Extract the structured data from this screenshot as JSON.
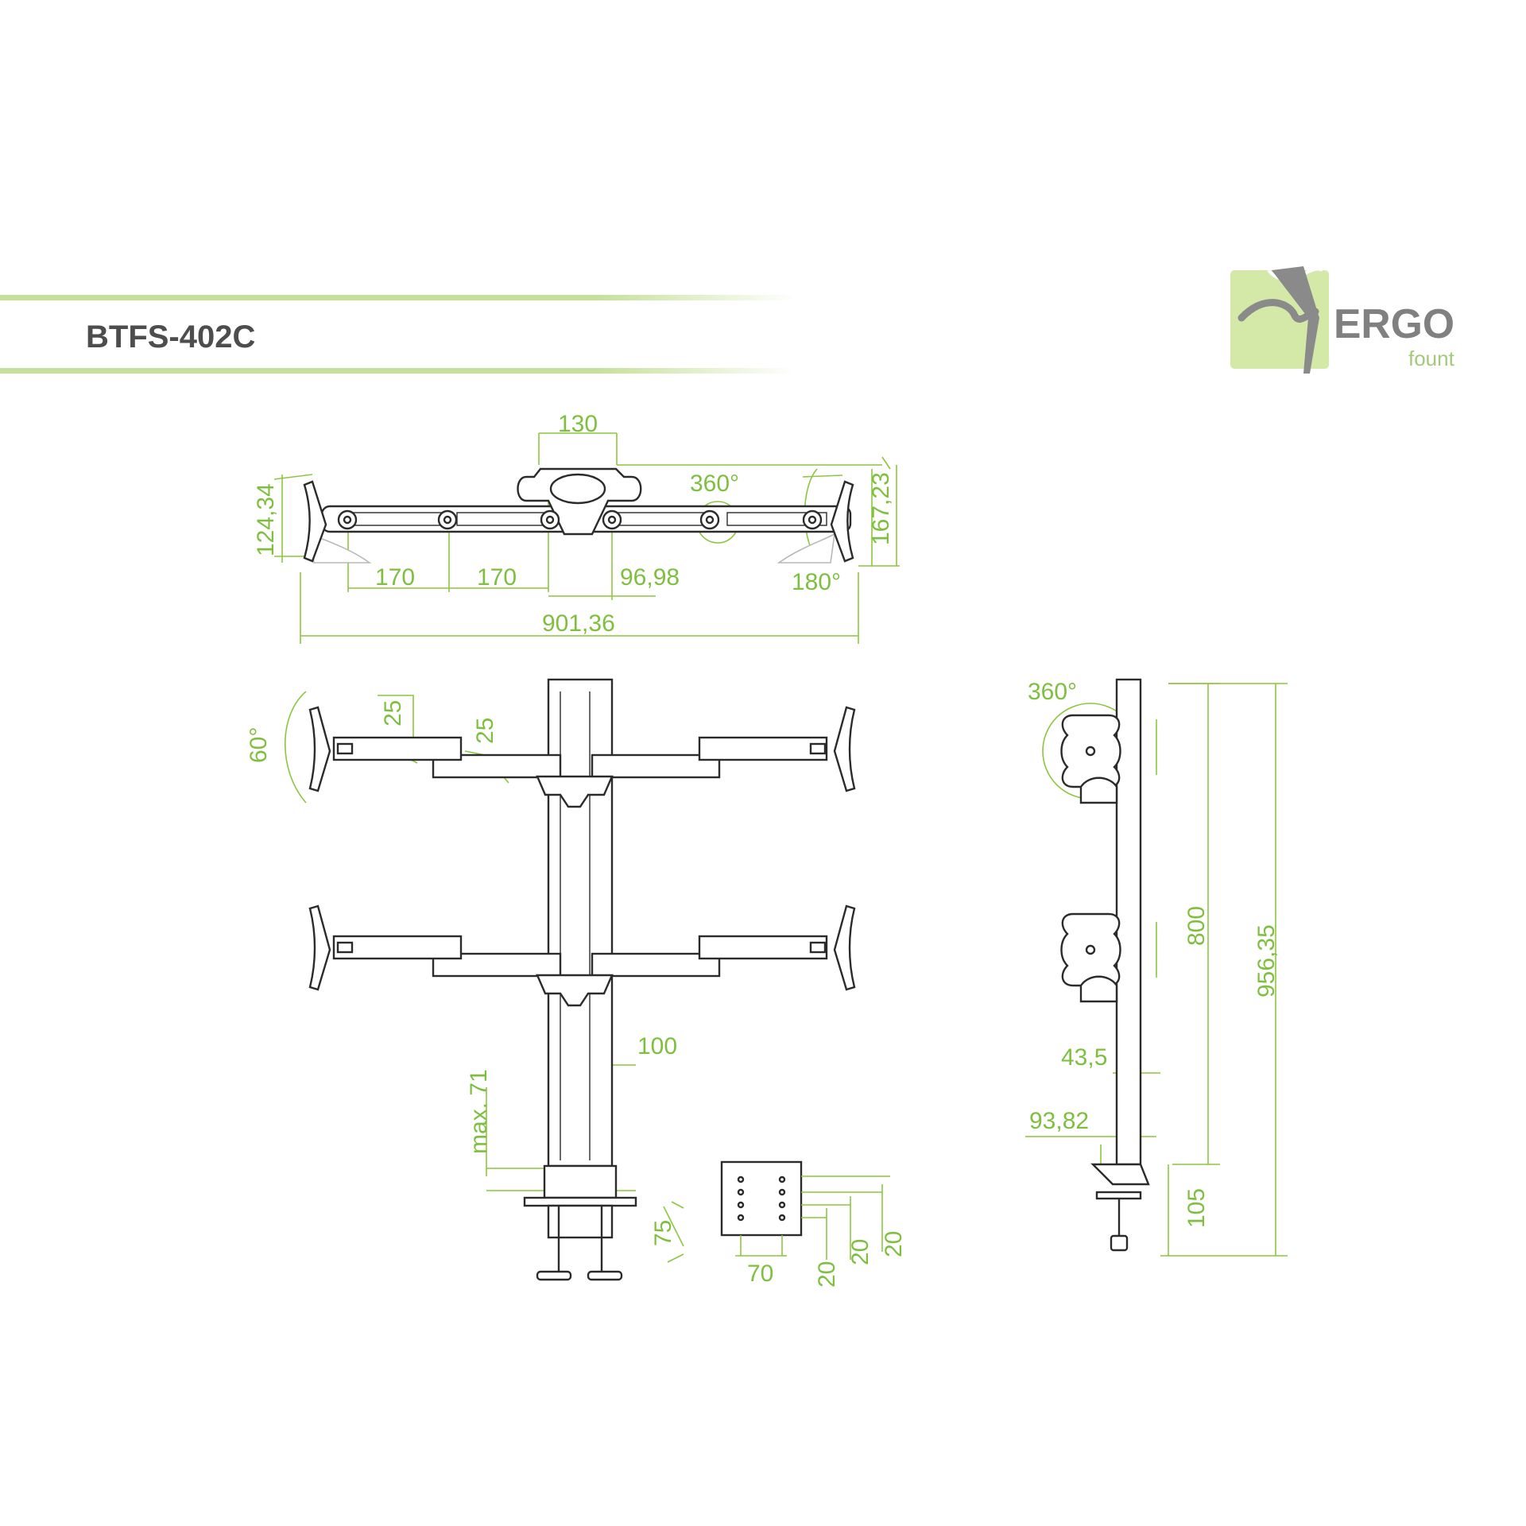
{
  "title": "BTFS-402C",
  "brand": {
    "word": "ERGO",
    "sub": "fount",
    "colors": {
      "box": "#d4e9a8",
      "text": "#808080"
    }
  },
  "colors": {
    "dimension": "#7fbf3f",
    "line": "#2b2b2b",
    "accent": "#c5e09a"
  },
  "dimensions": {
    "top_130": "130",
    "top_360": "360°",
    "top_124_34": "124,34",
    "top_167_23": "167,23",
    "top_170a": "170",
    "top_170b": "170",
    "top_96_98": "96,98",
    "top_180": "180°",
    "top_901_36": "901,36",
    "front_60": "60°",
    "front_25a": "25",
    "front_25b": "25",
    "front_100": "100",
    "front_max71": "max. 71",
    "front_75": "75",
    "plate_70": "70",
    "plate_20a": "20",
    "plate_20b": "20",
    "plate_20c": "20",
    "side_360": "360°",
    "side_800": "800",
    "side_956_35": "956,35",
    "side_43_5": "43,5",
    "side_93_82": "93,82",
    "side_105": "105"
  }
}
